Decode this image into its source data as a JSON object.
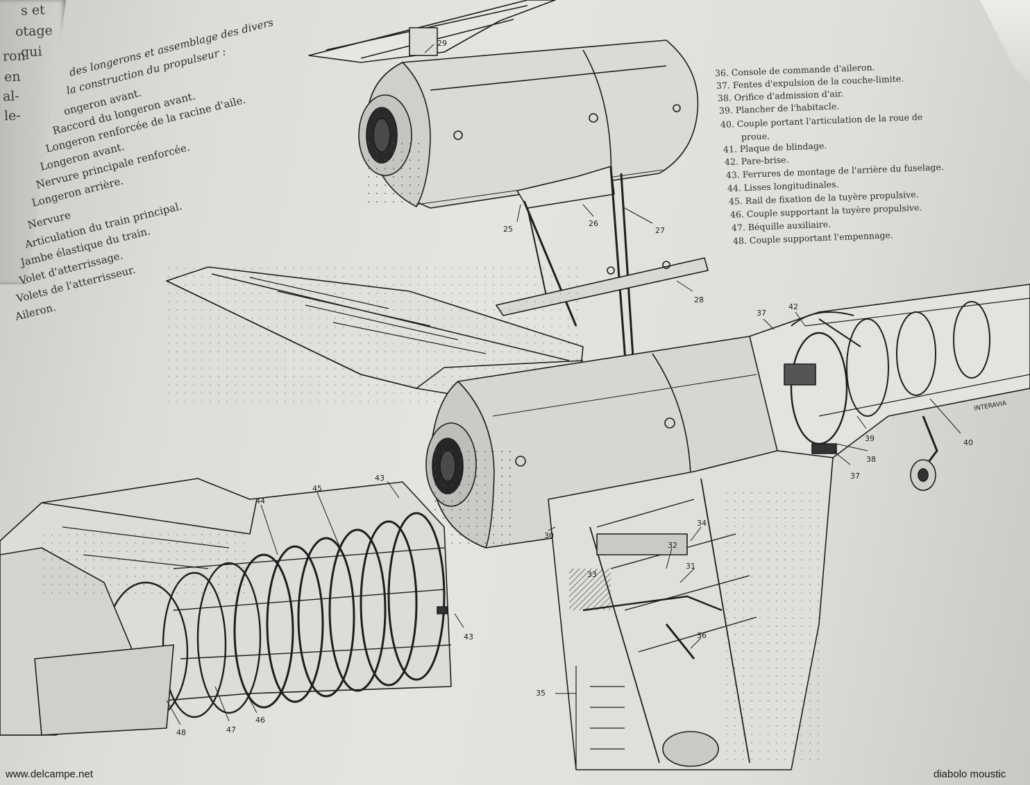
{
  "left_page_fragments": [
    "s et",
    "otage",
    "qui",
    "ron",
    "en",
    "al-",
    "le-"
  ],
  "legend_left": {
    "heading_line1": "des longerons et assemblage des divers",
    "heading_line2": "la construction du propulseur :",
    "items": [
      "ongeron avant.",
      "Raccord du longeron avant.",
      "Longeron renforcée de la racine d'aile.",
      "Longeron avant.",
      "Nervure principale renforcée.",
      "Longeron arrière.",
      "Nervure",
      "Articulation du train principal.",
      "Jambe élastique du train.",
      "Volet d'atterrissage.",
      "Volets de l'atterrisseur.",
      "Aileron."
    ]
  },
  "legend_right": [
    "36. Console de commande d'aileron.",
    "37. Fentes d'expulsion de la couche-limite.",
    "38. Orifice d'admission d'air.",
    "39. Plancher de l'habitacle.",
    "40. Couple portant l'articulation de la roue de",
    "proue.",
    "41. Plaque de blindage.",
    "42. Pare-brise.",
    "43. Ferrures de montage de l'arrière du fuselage.",
    "44. Lisses longitudinales.",
    "45. Rail de fixation de la tuyère propulsive.",
    "46. Couple supportant la tuyère propulsive.",
    "47. Béquille auxiliaire.",
    "48. Couple supportant l'empennage."
  ],
  "callouts": {
    "c29": "29",
    "c25": "25",
    "c26": "26",
    "c27": "27",
    "c28": "28",
    "c37a": "37",
    "c42": "42",
    "c39": "39",
    "c40": "40",
    "c38": "38",
    "c37b": "37",
    "c43a": "43",
    "c44": "44",
    "c45": "45",
    "c43b": "43",
    "c30": "30",
    "c34": "34",
    "c32": "32",
    "c31": "31",
    "c33": "33",
    "c36": "36",
    "c35": "35",
    "c48": "48",
    "c47": "47",
    "c46": "46"
  },
  "drawing_credit": "INTERAVIA",
  "watermark_left": "www.delcampe.net",
  "watermark_right": "diabolo moustic"
}
